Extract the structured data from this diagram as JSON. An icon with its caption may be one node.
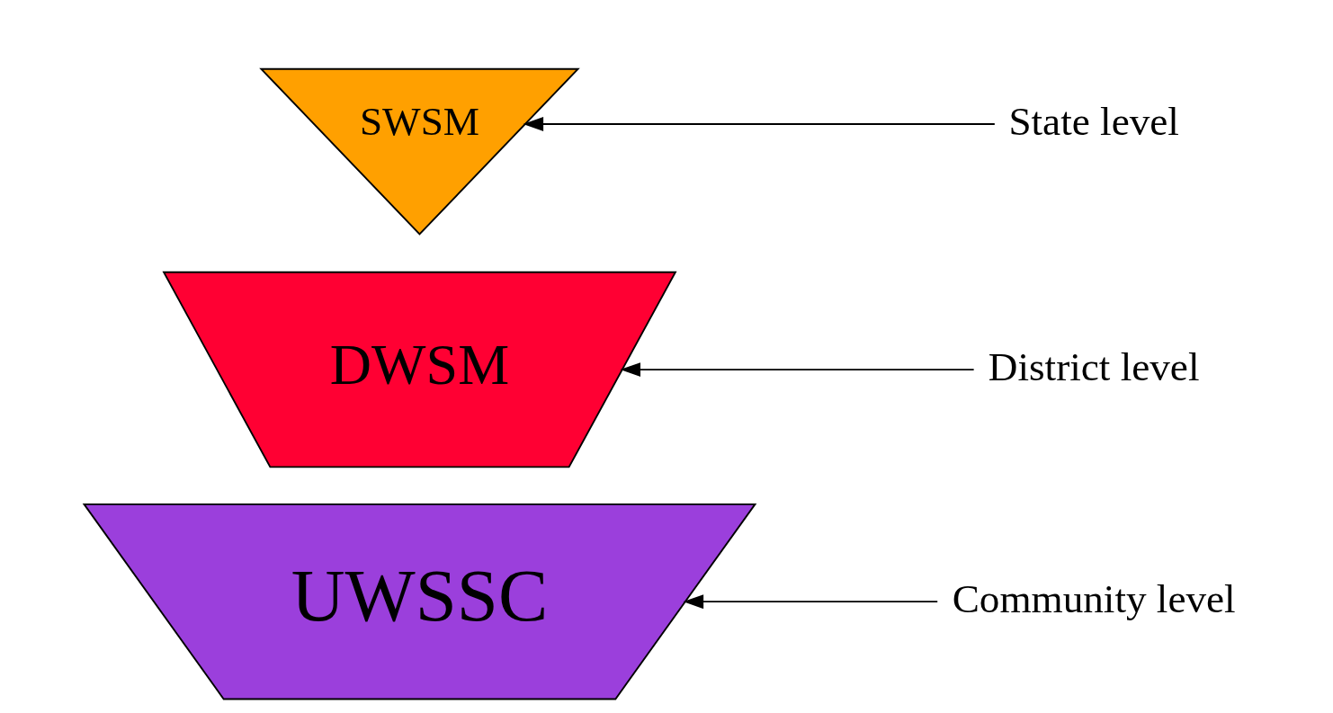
{
  "diagram": {
    "nodes": [
      {
        "text": [
          "UWSSC"
        ]
      },
      {
        "text": [
          "DWSM"
        ]
      },
      {
        "text": [
          "SWSM"
        ]
      },
      {
        "text": [
          "Community level"
        ]
      },
      {
        "text": [
          "District level"
        ]
      },
      {
        "text": [
          "State level"
        ]
      }
    ],
    "edges": [
      {
        "from": 3,
        "to": 0,
        "arrow": "to"
      },
      {
        "from": 4,
        "to": 1,
        "arrow": "to"
      },
      {
        "from": 5,
        "to": 2,
        "arrow": "to"
      }
    ]
  }
}
